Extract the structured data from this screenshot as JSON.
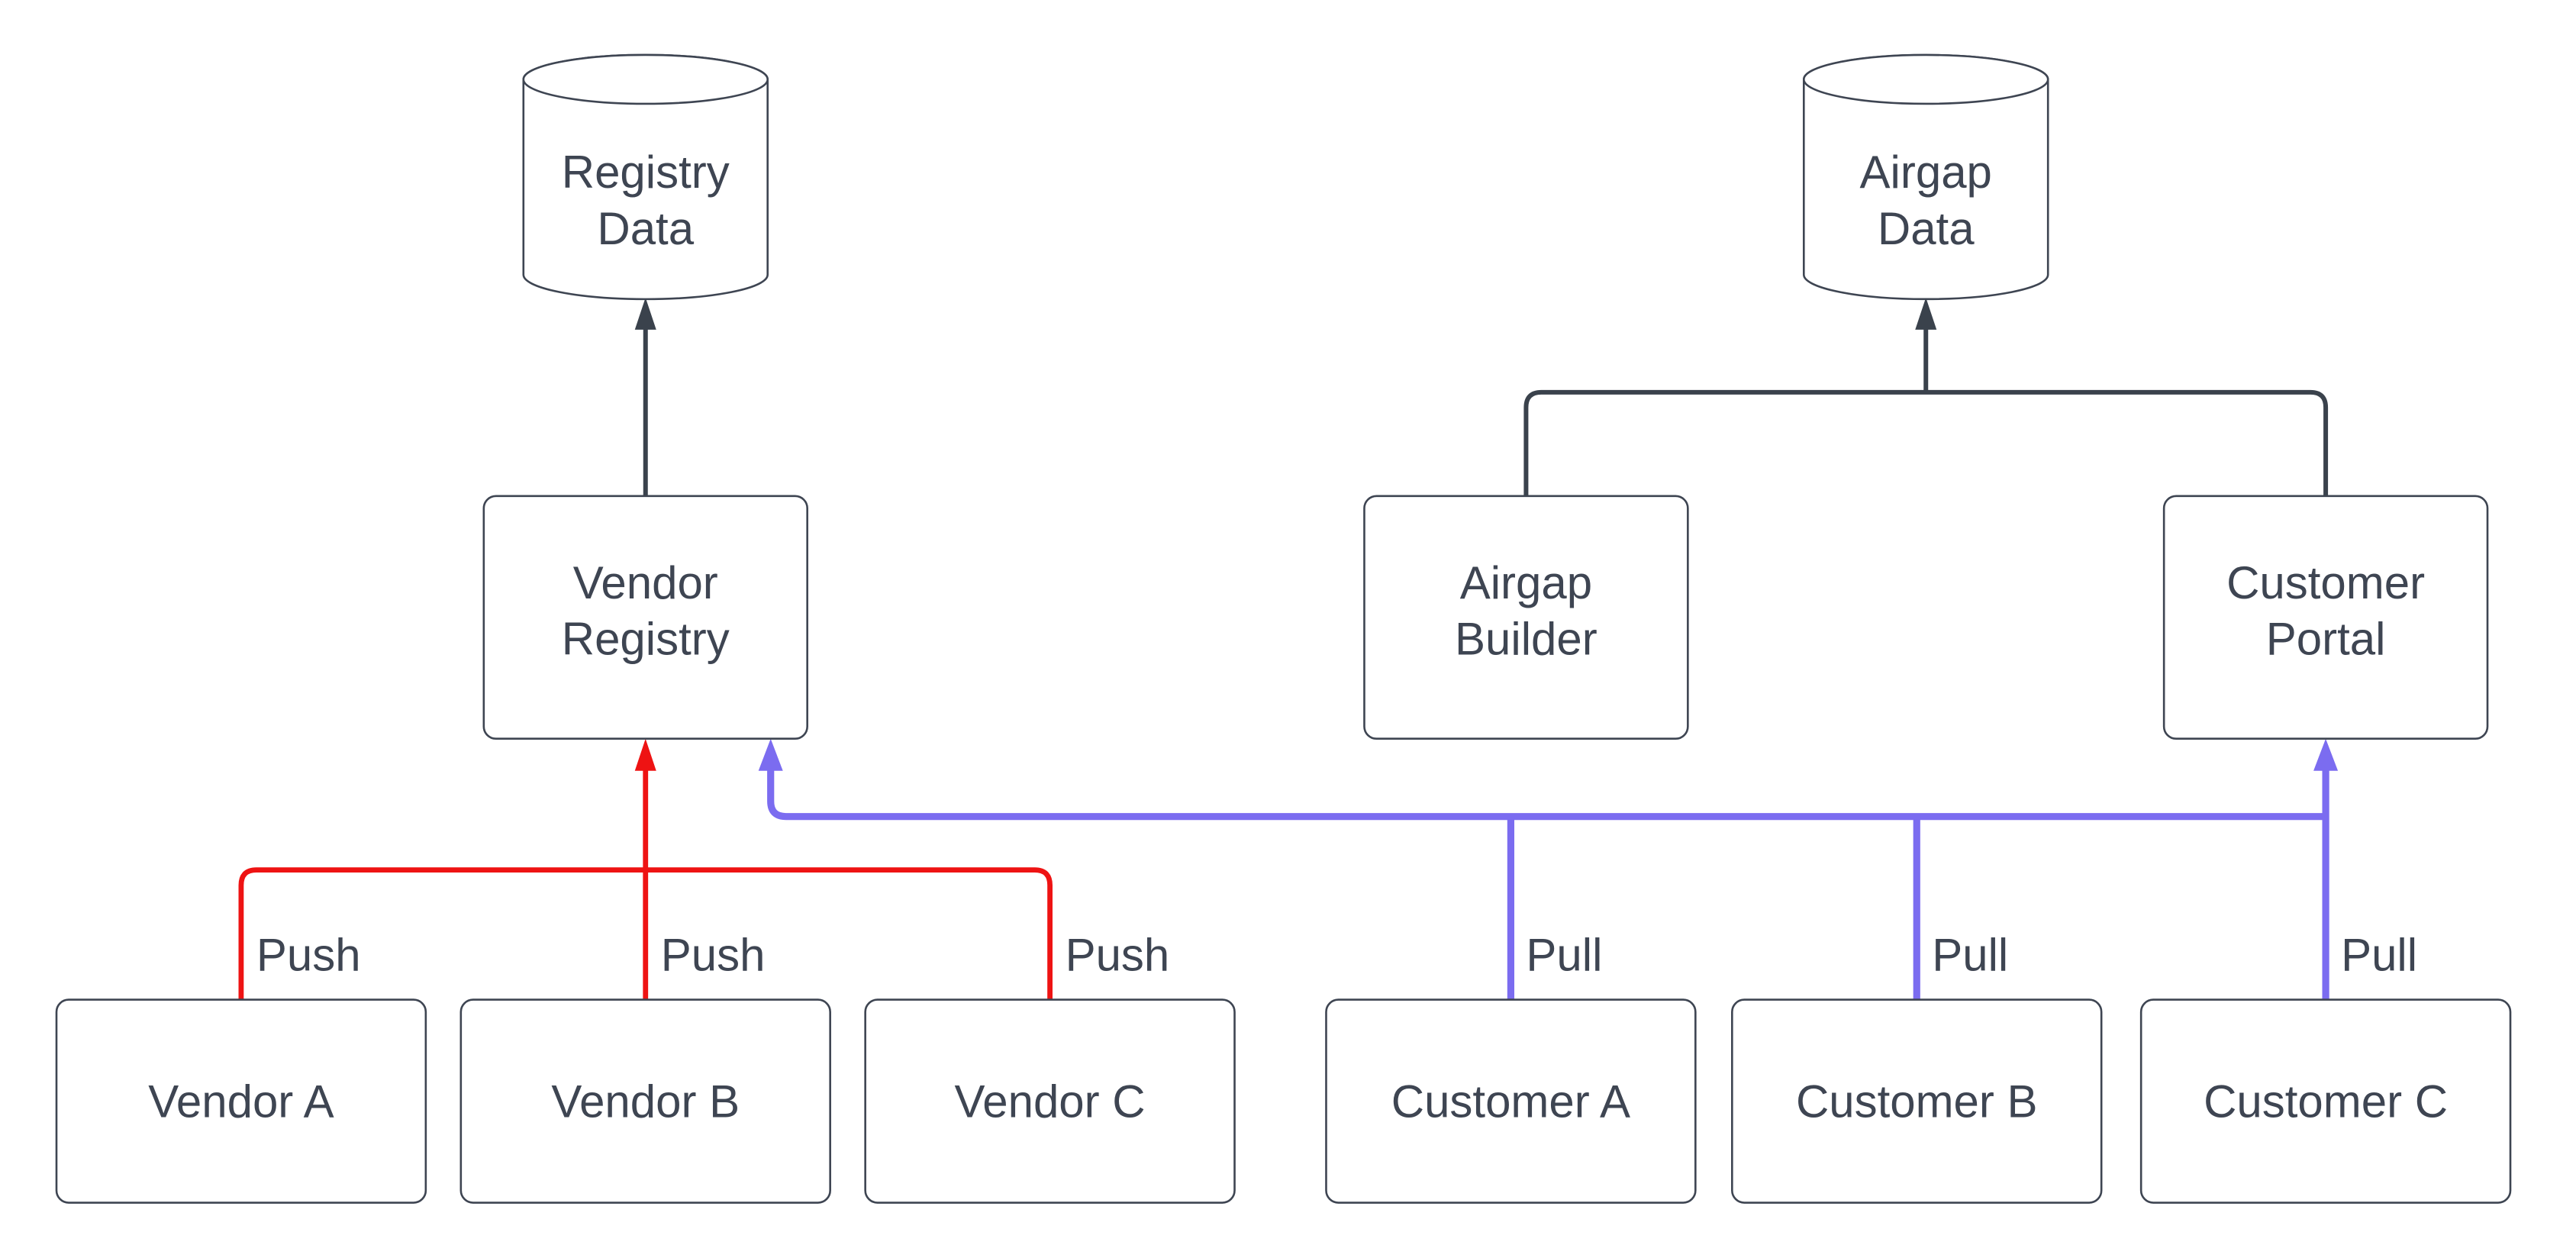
{
  "colors": {
    "background": "#ffffff",
    "node-fill": "#ffffff",
    "node-stroke": "#3e4552",
    "text": "#3e4552",
    "push": "#ee1313",
    "pull": "#7b6cf0",
    "dark": "#3a424c"
  },
  "nodes": {
    "registry_data": {
      "type": "database-cylinder",
      "line1": "Registry",
      "line2": "Data"
    },
    "airgap_data": {
      "type": "database-cylinder",
      "line1": "Airgap",
      "line2": "Data"
    },
    "vendor_registry": {
      "type": "box",
      "line1": "Vendor",
      "line2": "Registry"
    },
    "airgap_builder": {
      "type": "box",
      "line1": "Airgap",
      "line2": "Builder"
    },
    "customer_portal": {
      "type": "box",
      "line1": "Customer",
      "line2": "Portal"
    },
    "vendor_a": {
      "type": "box",
      "label": "Vendor A"
    },
    "vendor_b": {
      "type": "box",
      "label": "Vendor B"
    },
    "vendor_c": {
      "type": "box",
      "label": "Vendor C"
    },
    "customer_a": {
      "type": "box",
      "label": "Customer A"
    },
    "customer_b": {
      "type": "box",
      "label": "Customer B"
    },
    "customer_c": {
      "type": "box",
      "label": "Customer C"
    }
  },
  "edges": {
    "vendor_registry_to_registry_data": {
      "from": "Vendor Registry",
      "to": "Registry Data",
      "color": "dark"
    },
    "airgap_builder_to_airgap_data": {
      "from": "Airgap Builder",
      "to": "Airgap Data",
      "color": "dark"
    },
    "customer_portal_to_airgap_data": {
      "from": "Customer Portal",
      "to": "Airgap Data",
      "color": "dark"
    },
    "push_a": {
      "label": "Push",
      "from": "Vendor A",
      "to": "Vendor Registry",
      "color": "push"
    },
    "push_b": {
      "label": "Push",
      "from": "Vendor B",
      "to": "Vendor Registry",
      "color": "push"
    },
    "push_c": {
      "label": "Push",
      "from": "Vendor C",
      "to": "Vendor Registry",
      "color": "push"
    },
    "pull_a": {
      "label": "Pull",
      "from": "Customer A",
      "to": "Vendor Registry / Customer Portal",
      "color": "pull"
    },
    "pull_b": {
      "label": "Pull",
      "from": "Customer B",
      "to": "Vendor Registry / Customer Portal",
      "color": "pull"
    },
    "pull_c": {
      "label": "Pull",
      "from": "Customer C",
      "to": "Vendor Registry / Customer Portal",
      "color": "pull"
    }
  }
}
